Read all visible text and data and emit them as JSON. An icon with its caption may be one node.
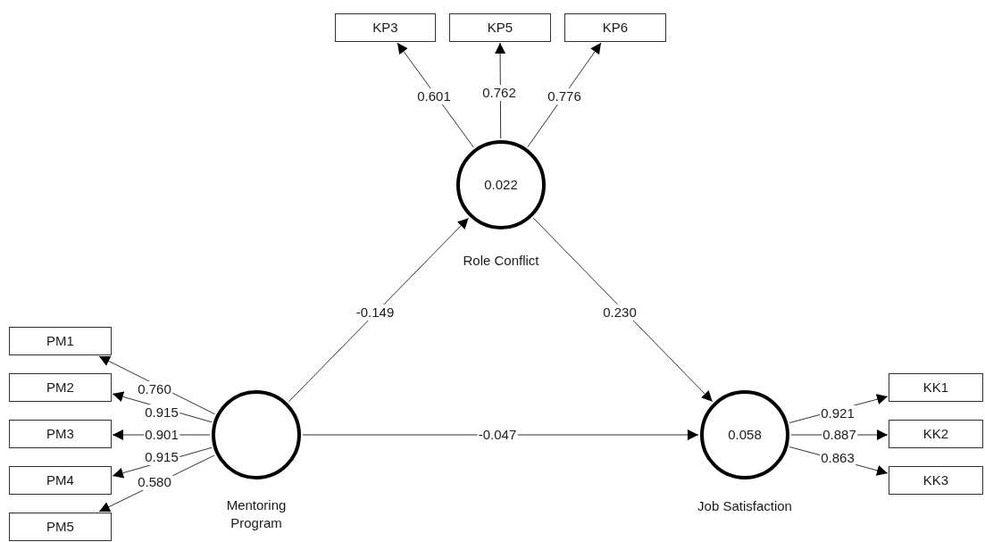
{
  "diagram": {
    "nodes": [
      {
        "text": [
          "0.022"
        ],
        "beside": [
          "Role Conflict"
        ]
      },
      {
        "text": [],
        "shape": "circle",
        "beside": [
          "Mentoring Program"
        ]
      },
      {
        "text": [
          "0.058"
        ],
        "beside": [
          "Job Satisfaction"
        ]
      },
      {
        "text": [
          "KP3"
        ]
      },
      {
        "text": [
          "KP5"
        ]
      },
      {
        "text": [
          "KP6"
        ]
      },
      {
        "text": [
          "PM1"
        ]
      },
      {
        "text": [
          "PM2"
        ]
      },
      {
        "text": [
          "PM3"
        ]
      },
      {
        "text": [
          "PM4"
        ]
      },
      {
        "text": [
          "PM5"
        ]
      },
      {
        "text": [
          "KK1"
        ]
      },
      {
        "text": [
          "KK2"
        ]
      },
      {
        "text": [
          "KK3"
        ]
      }
    ],
    "edges": [
      {
        "from": 0,
        "to": 3,
        "arrow": "to",
        "label": "0.601"
      },
      {
        "from": 0,
        "to": 4,
        "arrow": "to",
        "label": "0.762"
      },
      {
        "from": 0,
        "to": 5,
        "arrow": "to",
        "label": "0.776"
      },
      {
        "from": 1,
        "to": 0,
        "arrow": "to",
        "label": "-0.149"
      },
      {
        "from": 0,
        "to": 2,
        "arrow": "to",
        "label": "0.230"
      },
      {
        "from": 1,
        "to": 2,
        "arrow": "to",
        "label": "-0.047"
      },
      {
        "from": 1,
        "to": 6,
        "arrow": "to",
        "label": "0.760"
      },
      {
        "from": 1,
        "to": 7,
        "arrow": "to",
        "label": "0.915"
      },
      {
        "from": 1,
        "to": 8,
        "arrow": "to",
        "label": "0.901"
      },
      {
        "from": 1,
        "to": 9,
        "arrow": "to",
        "label": "0.915"
      },
      {
        "from": 1,
        "to": 10,
        "arrow": "to",
        "label": "0.580"
      },
      {
        "from": 2,
        "to": 11,
        "arrow": "to",
        "label": "0.921"
      },
      {
        "from": 2,
        "to": 12,
        "arrow": "to",
        "label": "0.887"
      },
      {
        "from": 2,
        "to": 13,
        "arrow": "to",
        "label": "0.863"
      }
    ]
  }
}
